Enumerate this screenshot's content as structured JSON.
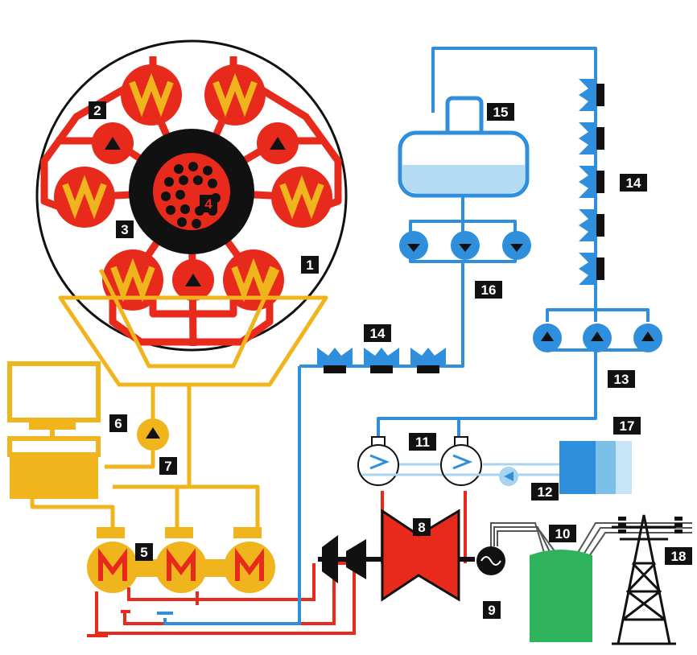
{
  "labels": {
    "l1": "1",
    "l2": "2",
    "l3": "3",
    "l4": "4",
    "l5": "5",
    "l6": "6",
    "l7": "7",
    "l8": "8",
    "l9": "9",
    "l10": "10",
    "l11": "11",
    "l12": "12",
    "l13": "13",
    "l14a": "14",
    "l14b": "14",
    "l15": "15",
    "l16": "16",
    "l17": "17",
    "l18": "18"
  },
  "colors": {
    "red": "#e82a1c",
    "yellow": "#f0b41c",
    "blue": "#2f8fdc",
    "light_blue": "#a8d4f0",
    "black": "#111111",
    "green": "#2eb35c"
  }
}
